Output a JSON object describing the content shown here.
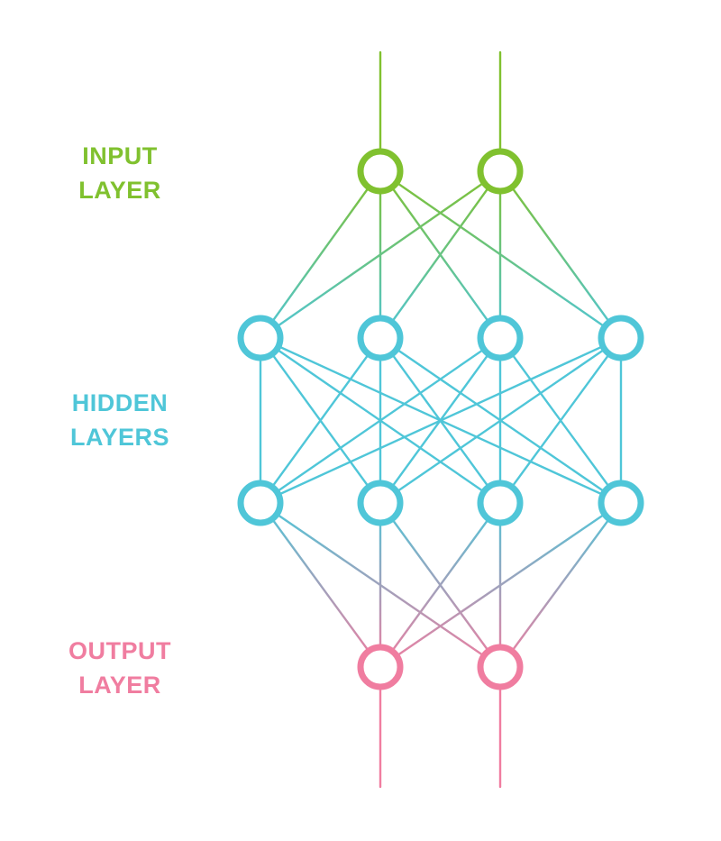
{
  "colors": {
    "input": "#80c12f",
    "hidden": "#4fc6d8",
    "output": "#f07da0",
    "background": "#ffffff"
  },
  "labels": {
    "input": {
      "line1": "INPUT",
      "line2": "LAYER"
    },
    "hidden": {
      "line1": "HIDDEN",
      "line2": "LAYERS"
    },
    "output": {
      "line1": "OUTPUT",
      "line2": "LAYER"
    }
  },
  "network": {
    "layers": [
      {
        "name": "input",
        "role": "input",
        "nodes": 2
      },
      {
        "name": "hidden-1",
        "role": "hidden",
        "nodes": 4
      },
      {
        "name": "hidden-2",
        "role": "hidden",
        "nodes": 4
      },
      {
        "name": "output",
        "role": "output",
        "nodes": 2
      }
    ],
    "fully_connected": true,
    "input_stubs": true,
    "output_stubs": true
  }
}
